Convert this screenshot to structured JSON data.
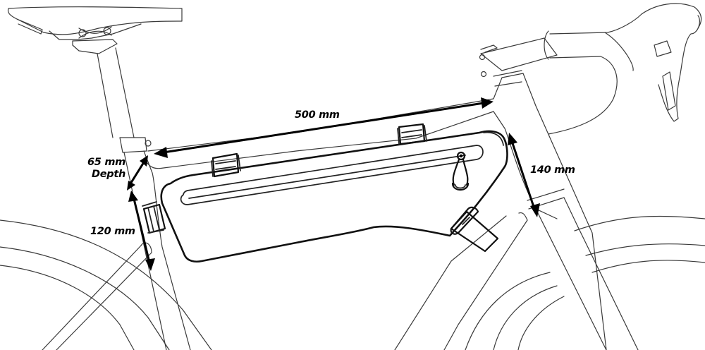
{
  "diagram": {
    "subject": "Bike frame bag mounted in road bike main triangle",
    "style": "black line-art illustration",
    "colors": {
      "line": "#000000",
      "background": "#ffffff"
    },
    "dimensions": {
      "length": {
        "value": "500 mm",
        "description": "top tube length of bag"
      },
      "depth": {
        "value": "65 mm",
        "label": "Depth"
      },
      "rear_height": {
        "value": "120 mm"
      },
      "front_height": {
        "value": "140 mm"
      }
    },
    "components": [
      "saddle",
      "seatpost",
      "seat-clamp",
      "top-tube",
      "head-tube",
      "stem",
      "drop-handlebar",
      "brake-shifter-lever",
      "down-tube",
      "fork",
      "seat-tube",
      "seat-stay",
      "rear-wheel",
      "front-wheel",
      "frame-bag",
      "zipper",
      "zipper-pull",
      "velcro-straps"
    ]
  }
}
